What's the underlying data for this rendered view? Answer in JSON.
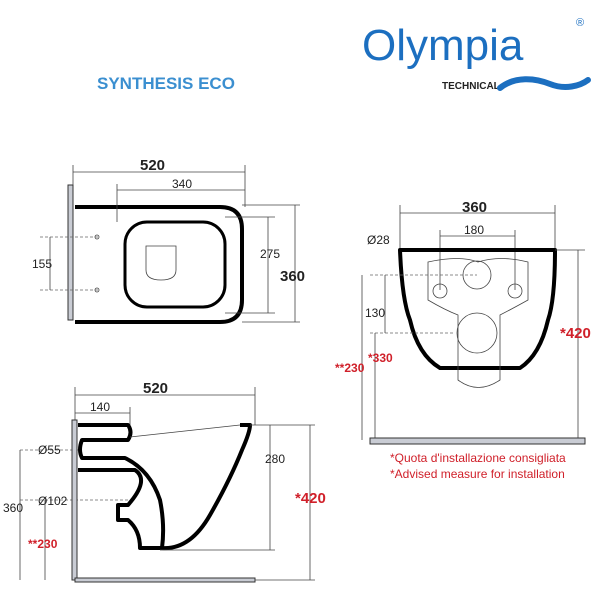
{
  "brand": {
    "name": "Olympia",
    "registered": "®",
    "subtitle": "TECHNICAL"
  },
  "product": {
    "title": "SYNTHESIS ECO"
  },
  "top_view": {
    "width": "520",
    "seat_length": "340",
    "fixing_distance": "155",
    "inner_width": "275",
    "depth": "360"
  },
  "front_view": {
    "width": "360",
    "hole_diameter": "Ø28",
    "fixing_spacing": "180",
    "hole_height": "130",
    "install_330": "*330",
    "install_230": "**230",
    "install_420": "*420"
  },
  "side_view": {
    "length": "520",
    "inlet_offset": "140",
    "inlet_diameter": "Ø55",
    "outlet_diameter": "Ø102",
    "bowl_height": "280",
    "total_height": "360",
    "outlet_height": "**230",
    "install_height": "*420"
  },
  "notes": [
    "*Quota d'installazione consigliata",
    "*Advised measure for installation"
  ],
  "colors": {
    "brand": "#1c6fc0",
    "title": "#3b8fd0",
    "accent": "#d0202a"
  }
}
